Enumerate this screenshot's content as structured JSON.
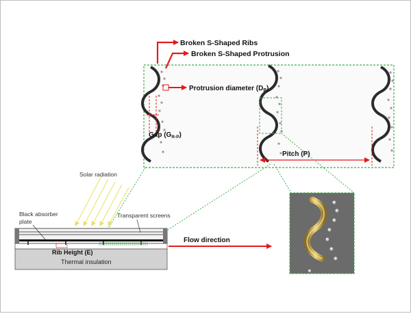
{
  "labels": {
    "broken_ribs": "Broken S-Shaped Ribs",
    "broken_protrusion": "Broken S-Shaped Protrusion",
    "protrusion_diameter_main": "Protrusion diameter (D",
    "protrusion_diameter_sub": "P",
    "protrusion_diameter_end": ")",
    "gap_main": "Gap (G",
    "gap_sub": "R-P",
    "gap_end": ")",
    "pitch": "Pitch (P)",
    "solar_radiation": "Solar radiation",
    "black_absorber_line1": "Black absorber",
    "black_absorber_line2": "plate",
    "transparent_screens": "Transparent screens",
    "flow_direction": "Flow direction",
    "rib_height": "Rib Height (E)",
    "thermal_insulation": "Thermal insulation"
  },
  "colors": {
    "arrow": "#e31b1b",
    "dashed_box": "#3fae49",
    "solar_ray": "#e8e060",
    "rib_dark": "#2b2b2b",
    "rib_gold": "#c9a94a",
    "inset_bg": "#6b6b6b",
    "insulation": "#d2d2d2"
  }
}
